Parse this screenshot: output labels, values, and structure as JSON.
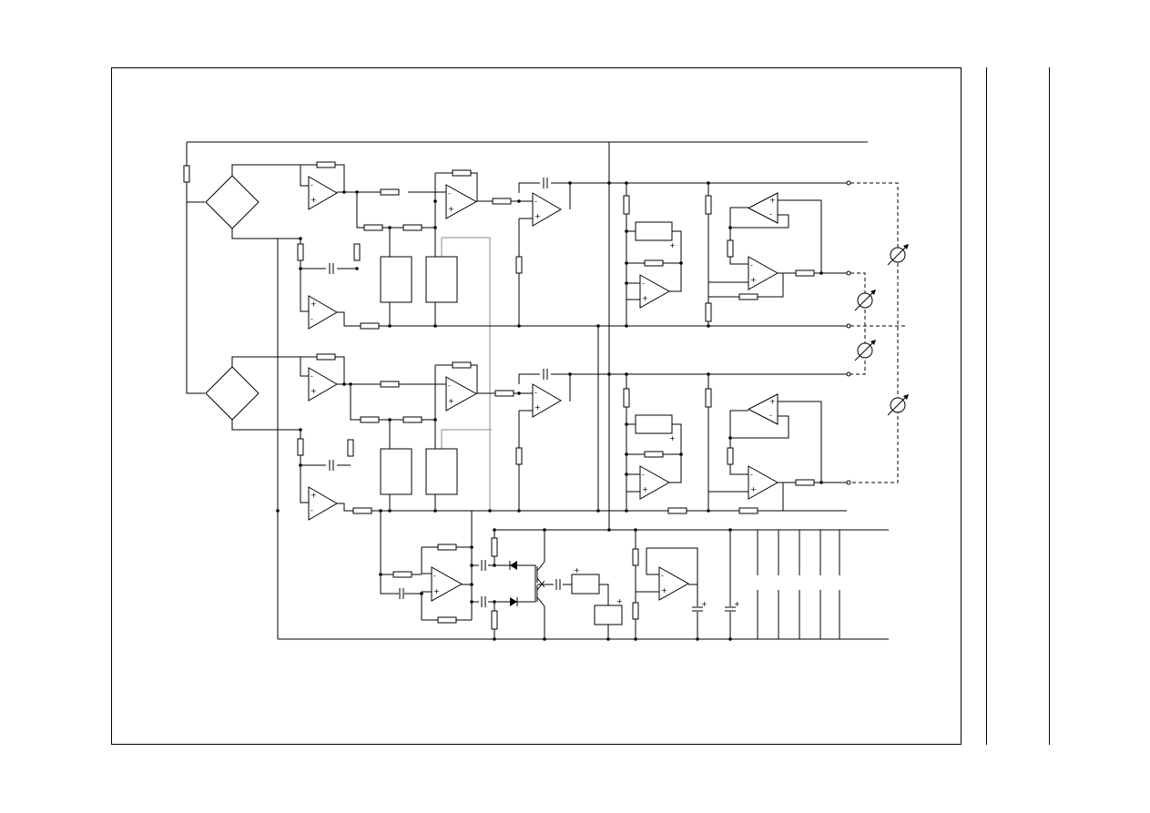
{
  "page": {
    "background": "#ffffff",
    "line_color": "#000000",
    "secondary_line_color": "#888888"
  },
  "diagram": {
    "type": "electronic circuit schematic",
    "text_labels": [],
    "icons": [
      "op-amp-symbol",
      "resistor-symbol",
      "capacitor-symbol",
      "diode-symbol",
      "transistor-symbol",
      "bridge-sensor-symbol",
      "meter-symbol",
      "terminal-symbol"
    ]
  }
}
